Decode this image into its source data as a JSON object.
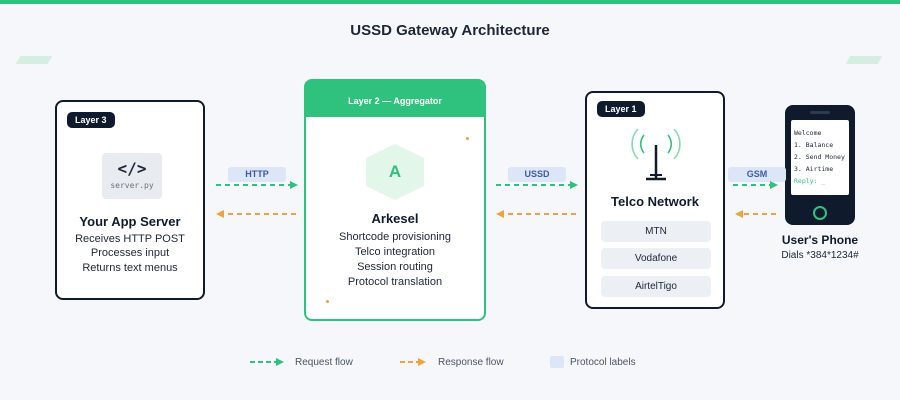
{
  "title": "USSD Gateway Architecture",
  "colors": {
    "accent": "#2ec27e",
    "response": "#f2a23a",
    "dark": "#0f1b2d",
    "label_bg": "#dde6f7"
  },
  "app_server": {
    "layer": "Layer 3",
    "icon": "code-icon",
    "code_symbol": "</>",
    "file": "server.py",
    "name": "Your App Server",
    "lines": [
      "Receives HTTP POST",
      "Processes input",
      "Returns text menus"
    ]
  },
  "aggregator": {
    "layer": "Layer 2 — Aggregator",
    "logo_letter": "A",
    "name": "Arkesel",
    "lines": [
      "Shortcode provisioning",
      "Telco integration",
      "Session routing",
      "Protocol translation"
    ]
  },
  "telco": {
    "layer": "Layer 1",
    "icon": "antenna-icon",
    "name": "Telco Network",
    "operators": [
      "MTN",
      "Vodafone",
      "AirtelTigo"
    ]
  },
  "phone": {
    "icon": "phone-icon",
    "screen": [
      "Welcome",
      "1. Balance",
      "2. Send Money",
      "3. Airtime"
    ],
    "reply": "Reply: _",
    "name": "User's Phone",
    "dial": "Dials *384*1234#"
  },
  "protocols": {
    "http": "HTTP",
    "ussd": "USSD",
    "gsm": "GSM"
  },
  "legend": {
    "request": "Request flow",
    "response": "Response flow",
    "labels": "Protocol labels"
  }
}
